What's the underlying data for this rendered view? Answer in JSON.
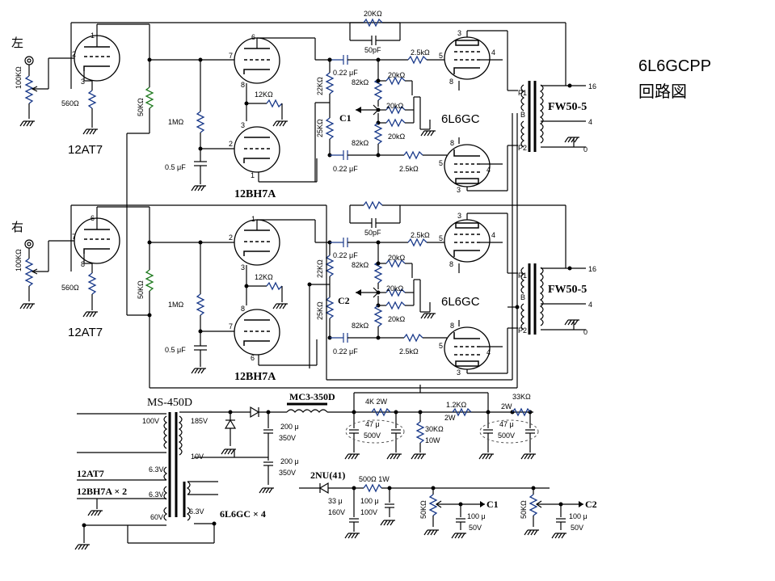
{
  "title": "6L6GCPP",
  "subtitle": "回路図",
  "inputs": {
    "left_label": "左",
    "right_label": "右",
    "volume": "100KΩ"
  },
  "tubes": {
    "input": "12AT7",
    "driver": "12BH7A",
    "output": "6L6GC"
  },
  "transformer": {
    "name": "FW50-5",
    "taps": [
      "16",
      "4",
      "0"
    ],
    "primary": [
      "P1",
      "B",
      "P2"
    ]
  },
  "values": {
    "cathode_res": "560Ω",
    "grid_res_50k": "50KΩ",
    "grid_1m": "1MΩ",
    "cap_05": "0.5 μF",
    "r_12k": "12KΩ",
    "r_22k": "22KΩ",
    "r_25k": "25KΩ",
    "c_022": "0.22 μF",
    "r_82k": "82kΩ",
    "r_20k": "20kΩ",
    "r_25k_grid": "2.5kΩ",
    "fb_res": "20KΩ",
    "fb_cap": "50pF",
    "bias_c1": "C1",
    "bias_c2": "C2"
  },
  "pin_numbers": {
    "p1": "1",
    "p2": "2",
    "p3": "3",
    "p4": "4",
    "p5": "5",
    "p6": "6",
    "p7": "7",
    "p8": "8",
    "p16": "16",
    "p0": "0"
  },
  "power": {
    "transformer": "MS-450D",
    "sec_100v": "100V",
    "sec_185v": "185V",
    "sec_10v": "10V",
    "h_63v_a": "6.3V",
    "h_63v_b": "6.3V",
    "h_63v_c": "6.3V",
    "h_60v": "60V",
    "heater_12at7": "12AT7",
    "heater_12bh7": "12BH7A × 2",
    "heater_6l6": "6L6GC × 4",
    "choke": "MC3-350D",
    "cap_200": "200 μ",
    "cap_350v": "350V",
    "r_4k": "4K 2W",
    "r_12k_2w": "1.2KΩ",
    "r_2w": "2W",
    "r_33k": "33KΩ",
    "r_33k_2w": "2W",
    "cap_47": "47 μ",
    "cap_500v": "500V",
    "r_30k": "30KΩ",
    "r_10w": "10W",
    "diode": "2NU(41)",
    "r_500": "500Ω 1W",
    "c_33": "33 μ",
    "c_160v": "160V",
    "c_100": "100 μ",
    "c_100v": "100V",
    "pot_50k": "50KΩ",
    "c_100_50": "100 μ",
    "c_50v": "50V",
    "bias_c1": "C1",
    "bias_c2": "C2"
  }
}
